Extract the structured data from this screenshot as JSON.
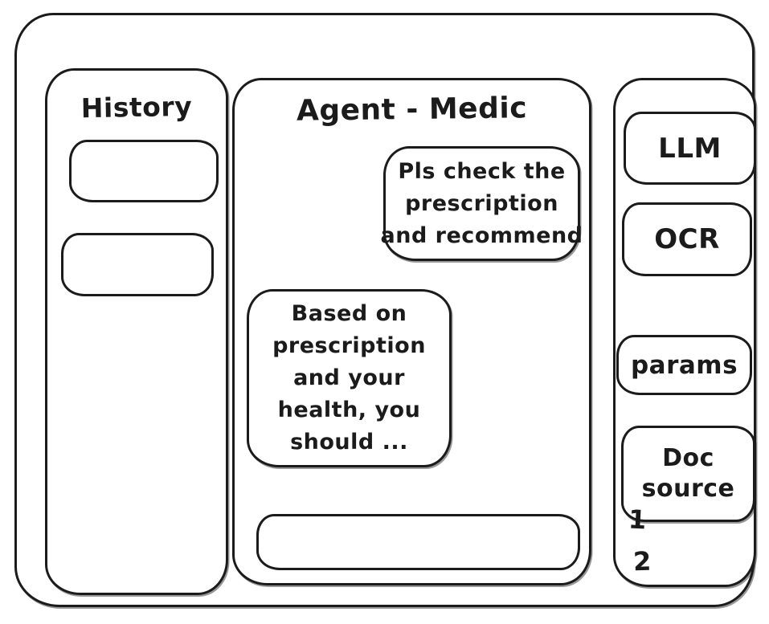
{
  "colors": {
    "stroke": "#1b1b1b",
    "background": "#ffffff"
  },
  "history_panel": {
    "title": "History"
  },
  "chat_panel": {
    "title": "Agent - Medic",
    "user_message_lines": [
      "Pls check the",
      "prescription",
      "and recommend"
    ],
    "user_message": "Pls check the prescription and recommend",
    "assistant_message_lines": [
      "Based on",
      "prescription",
      "and your",
      "health, you",
      "should ..."
    ],
    "assistant_message": "Based on prescription and your health, you should ...",
    "input": {
      "value": "",
      "placeholder": ""
    }
  },
  "tools_panel": {
    "llm_label": "LLM",
    "ocr_label": "OCR",
    "params_label": "params",
    "doc_source_lines": [
      "Doc",
      "source"
    ],
    "doc_source_label": "Doc source",
    "doc_items": [
      "1",
      "2"
    ]
  }
}
